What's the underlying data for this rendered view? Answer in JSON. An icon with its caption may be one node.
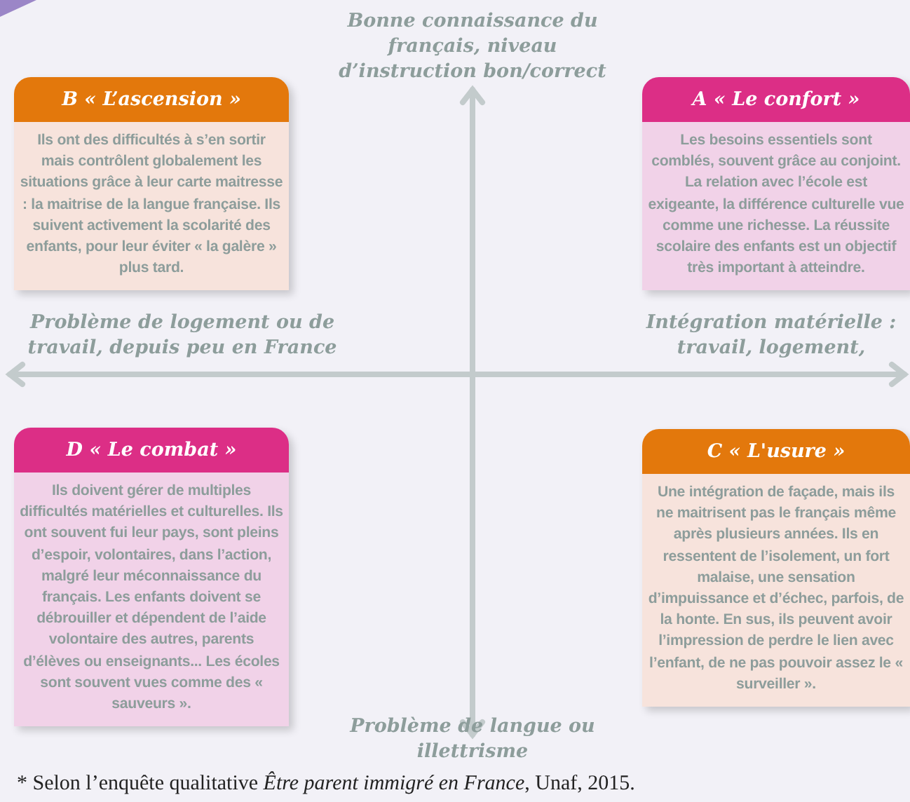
{
  "diagram": {
    "caption": "* Selon l’enquête qualitative *Être parent immigré en France*, Unaf, 2015.",
    "nodes": [
      {
        "text": [
          "B « L’ascension »",
          "Ils ont des difficultés à s’en sortir mais contrôlent globalement les situations grâce à leur carte maitresse : la maitrise de la langue française. Ils suivent activement la scolarité des enfants, pour leur éviter « la galère » plus tard."
        ]
      },
      {
        "text": [
          "A « Le confort »",
          "Les besoins essentiels sont comblés, souvent grâce au conjoint. La relation avec l’école est exigeante, la différence culturelle vue comme une richesse. La réussite scolaire des enfants est un objectif très important à atteindre."
        ]
      },
      {
        "text": [
          "D « Le combat »",
          "Ils doivent gérer de multiples difficultés matérielles et culturelles. Ils ont souvent fui leur pays, sont pleins d’espoir, volontaires, dans l’action, malgré leur méconnaissance du français. Les enfants doivent se débrouiller et dépendent de l’aide volontaire des autres, parents d’élèves ou enseignants... Les écoles sont souvent vues comme des « sauveurs »."
        ]
      },
      {
        "text": [
          "C « L'usure »",
          "Une intégration de façade, mais ils ne maitrisent pas le français même après plusieurs années. Ils en ressentent de l’isolement, un fort malaise, une sensation d’impuissance et d’échec, parfois, de la honte. En sus, ils peuvent avoir l’impression de perdre le lien avec l’enfant, de ne pas pouvoir assez le « surveiller »."
        ]
      }
    ],
    "labels": [
      "Bonne connaissance du français, niveau d’instruction bon/correct",
      "Problème de logement ou de travail, depuis peu en France",
      "Intégration matérielle : travail, logement,",
      "Problème de langue ou illettrisme"
    ]
  }
}
